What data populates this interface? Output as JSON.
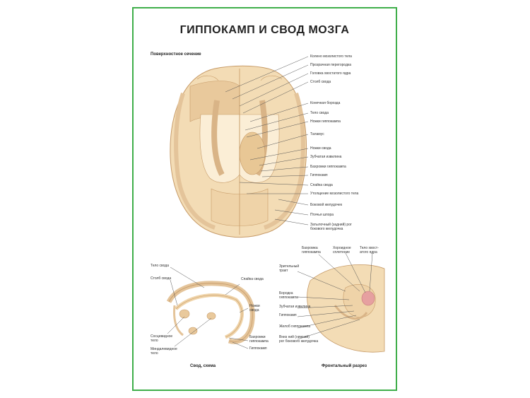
{
  "poster": {
    "title": "ГИППОКАМП И СВОД МОЗГА",
    "section_top": "Поверхностное сечение",
    "section_left": "Свод, схема",
    "section_right": "Фронтальный разрез"
  },
  "top_labels": [
    "Колено мозолистого тела",
    "Прозрачная перегородка",
    "Головка хвостатого ядра",
    "Столб свода",
    "Конечная борозда",
    "Тело свода",
    "Ножки гиппокампа",
    "Таламус",
    "Ножки свода",
    "Зубчатая извилина",
    "Бахромки гиппокампа",
    "Гиппокамп",
    "Спайка свода",
    "Утолщение мозолистого тела",
    "Боковой желудочек",
    "Птичья шпора",
    "Затылочный (задний) рог\nбокового желудочка"
  ],
  "left_labels": {
    "telo": "Тело свода",
    "stolb": "Столб свода",
    "sosc": "Сосцевидное\nтело",
    "mindal": "Миндалевидное\nтело",
    "spaika": "Спайка свода",
    "nozhki": "Ножки\nсвода",
    "bakhr": "Бахромки\nгиппокампа",
    "gipp": "Гиппокамп"
  },
  "right_labels": {
    "bakhr": "Бахромка\nгиппокампа",
    "horoid": "Хороидное\nсплетение",
    "telo_hv": "Тело хвост-\nатого ядра",
    "zrit": "Зрительный\nтракт",
    "boroda": "Бородка\nгиппокампа",
    "zubch": "Зубчатая извилина",
    "gipp": "Гиппокамп",
    "zhelob": "Желоб гиппокампа",
    "nizh": "Вниз ний (нижний)\nрог бокового желудочка"
  },
  "colors": {
    "border": "#3fae4a",
    "tissue": "#f3dcb5",
    "tissue_dark": "#d9b487",
    "tissue_light": "#fbeed6",
    "line": "#555555",
    "choroid": "#e6a0a0"
  }
}
